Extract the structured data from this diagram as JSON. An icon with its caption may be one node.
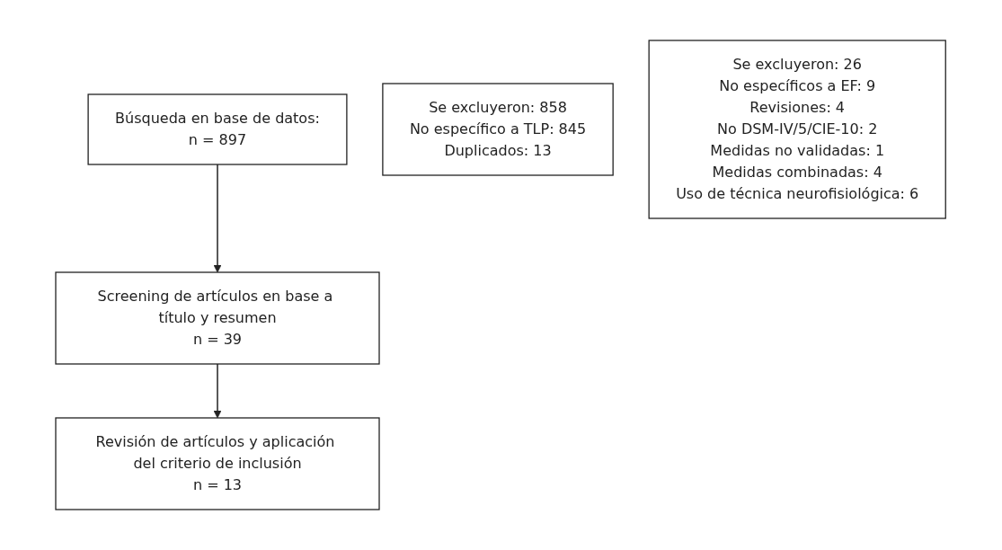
{
  "diagram": {
    "nodes": [
      {
        "text": [
          "Búsqueda en base de datos:",
          "n = 897"
        ]
      },
      {
        "text": [
          "Se excluyeron: 858",
          "No específico a TLP: 845",
          "Duplicados: 13"
        ]
      },
      {
        "text": [
          "Screening de artículos en base a título y resumen",
          "n = 39"
        ]
      },
      {
        "text": [
          "Se excluyeron: 26",
          "No específicos a EF: 9",
          "Revisiones: 4",
          "No DSM-IV/5/CIE-10: 2",
          "Medidas no validadas: 1",
          "Medidas combinadas: 4",
          "Uso de técnica neurofisiológica: 6"
        ]
      },
      {
        "text": [
          "Revisión de artículos y aplicación del criterio de inclusión",
          "n = 13"
        ]
      }
    ],
    "edges": [
      {
        "from": 0,
        "to": 2,
        "arrow": "to"
      },
      {
        "from": 2,
        "to": 4,
        "arrow": "to"
      }
    ]
  }
}
